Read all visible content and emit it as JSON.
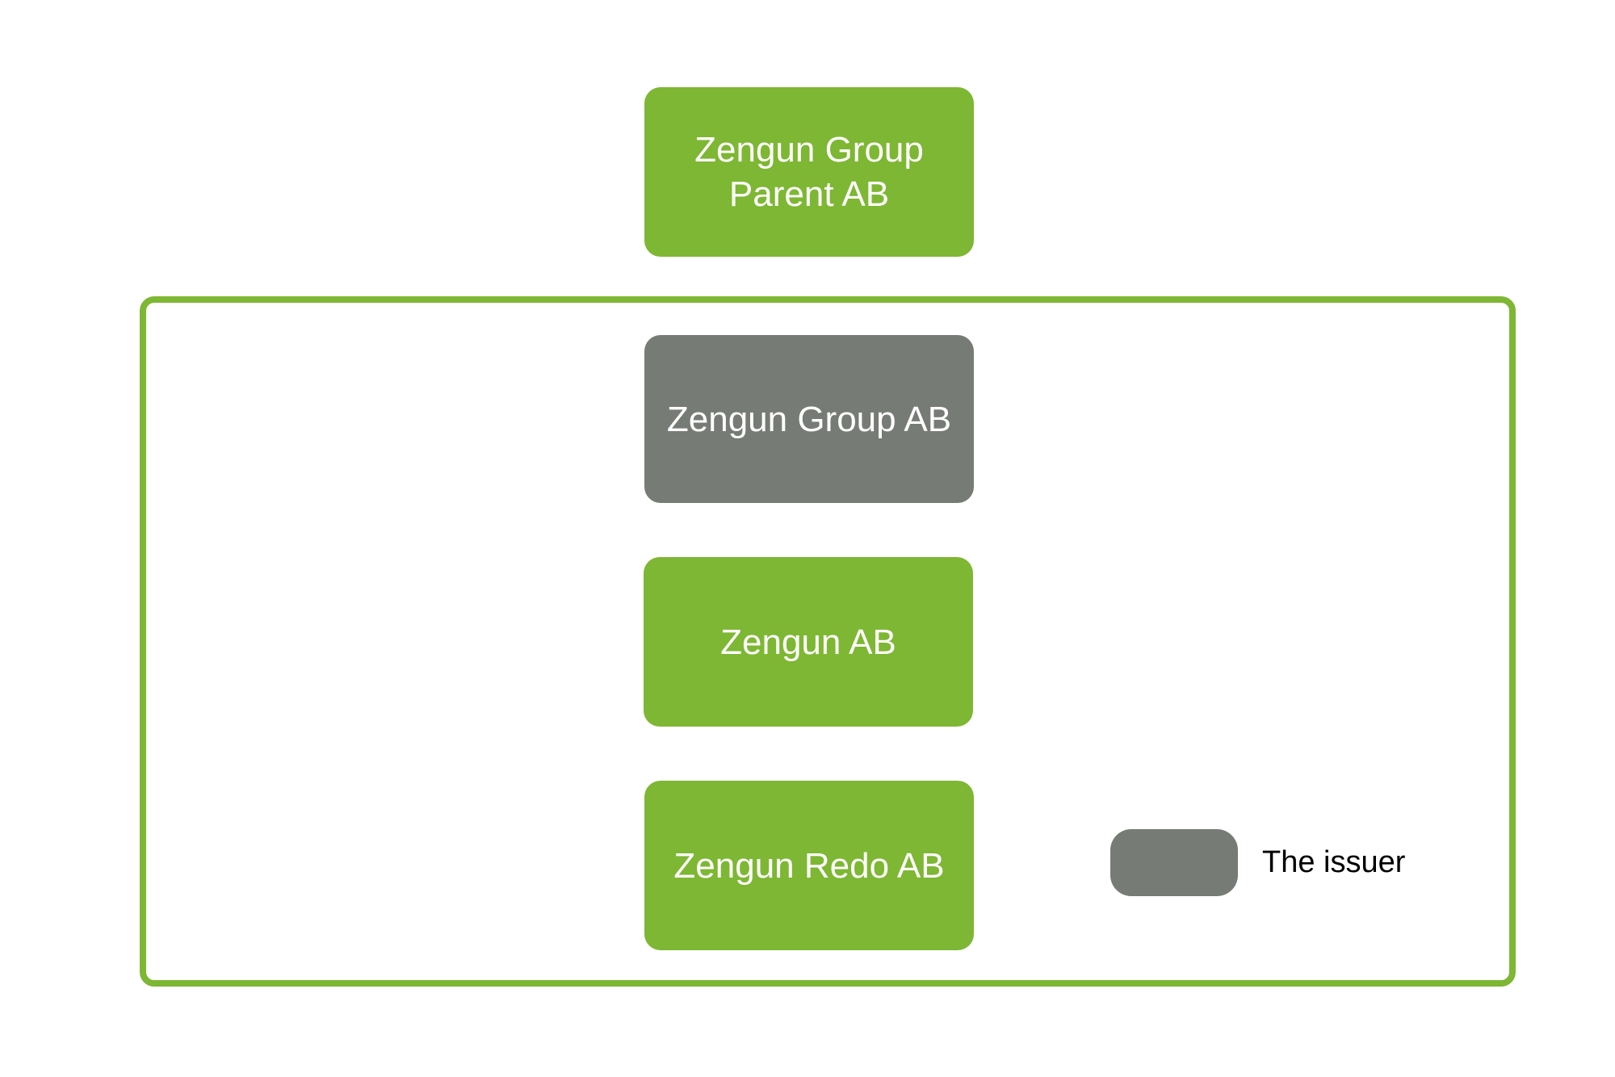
{
  "colors": {
    "green": "#7eb733",
    "gray": "#777b75",
    "node_text": "#ffffff",
    "legend_text": "#000000",
    "background": "#ffffff"
  },
  "org_chart": {
    "parent": {
      "label": "Zengun Group\nParent AB"
    },
    "subsidiaries": [
      {
        "label": "Zengun Group AB",
        "is_issuer": true
      },
      {
        "label": "Zengun AB",
        "is_issuer": false
      },
      {
        "label": "Zengun Redo AB",
        "is_issuer": false
      }
    ],
    "legend": {
      "label": "The issuer"
    }
  }
}
